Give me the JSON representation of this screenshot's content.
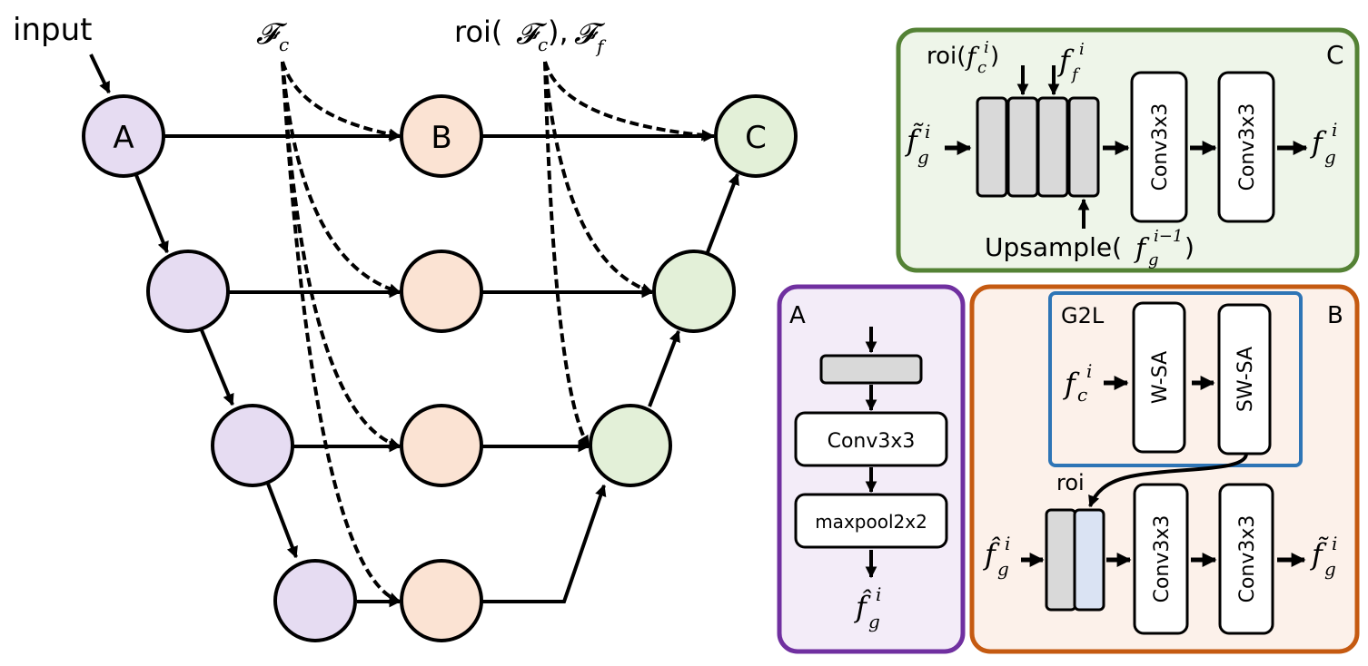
{
  "colors": {
    "encoder_fill": "#e6dcf2",
    "g2l_fill": "#fbe3d3",
    "decoder_fill": "#e3f0d8",
    "panel_a_border": "#7030a0",
    "panel_a_fill": "#f3ecf8",
    "panel_b_border": "#c55a11",
    "panel_b_fill": "#fcf1ea",
    "panel_c_border": "#548235",
    "panel_c_fill": "#eef5e9",
    "g2l_border": "#2e75b6",
    "feature_block": "#d9d9d9",
    "roi_block": "#dae3f3"
  },
  "graph": {
    "input_label": "input",
    "fc_label": "𝓕",
    "fc_sub": "c",
    "roi_label_prefix": "roi(",
    "roi_fc": "𝓕",
    "roi_fc_sub": "c",
    "roi_label_mid": "),",
    "roi_ff": "𝓕",
    "roi_ff_sub": "f",
    "node_a_label": "A",
    "node_b_label": "B",
    "node_c_label": "C"
  },
  "panel_a": {
    "title": "A",
    "conv_label": "Conv3x3",
    "pool_label": "maxpool2x2",
    "output_var": "f̂",
    "output_sub": "g",
    "output_sup": "i"
  },
  "panel_b": {
    "title": "B",
    "g2l_title": "G2L",
    "g2l_input_var": "f",
    "g2l_input_sub": "c",
    "g2l_input_sup": "i",
    "wsa_label": "W-SA",
    "swsa_label": "SW-SA",
    "roi_label": "roi",
    "input_var": "f̂",
    "input_sub": "g",
    "input_sup": "i",
    "conv1_label": "Conv3x3",
    "conv2_label": "Conv3x3",
    "output_var": "f̃",
    "output_sub": "g",
    "output_sup": "i"
  },
  "panel_c": {
    "title": "C",
    "roi_prefix": "roi(",
    "roi_var": "f",
    "roi_sub": "c",
    "roi_sup": "i",
    "roi_suffix": ")",
    "ff_var": "f",
    "ff_sub": "f",
    "ff_sup": "i",
    "input_var": "f̃",
    "input_sub": "g",
    "input_sup": "i",
    "upsample_prefix": "Upsample(",
    "upsample_var": "f",
    "upsample_sub": "g",
    "upsample_sup": "i−1",
    "upsample_suffix": ")",
    "conv1_label": "Conv3x3",
    "conv2_label": "Conv3x3",
    "output_var": "f",
    "output_sub": "g",
    "output_sup": "i"
  }
}
